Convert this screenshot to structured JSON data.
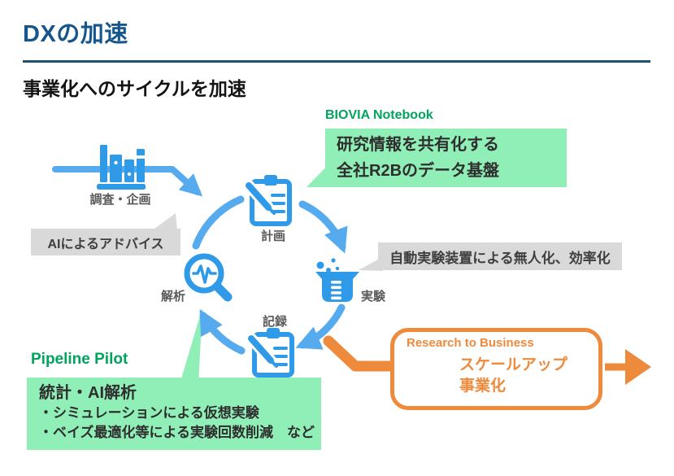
{
  "header": {
    "title": "DXの加速",
    "subtitle": "事業化へのサイクルを加速"
  },
  "colors": {
    "title_blue": "#16568C",
    "rule_blue": "#1D5570",
    "icon_blue": "#2F9AE8",
    "arrow_blue": "#55ABEE",
    "product_green": "#00A45E",
    "callout_green_bg": "#90EEB7",
    "callout_gray_bg": "#D9D9D9",
    "orange": "#EE8A3C",
    "step_label_gray": "#595959"
  },
  "diagram": {
    "input": {
      "label": "調査・企画",
      "icon": "books-icon"
    },
    "ai_advice": {
      "text": "AIによるアドバイス"
    },
    "cycle": {
      "steps": [
        {
          "id": "plan",
          "label": "計画",
          "icon": "clipboard-pencil-icon"
        },
        {
          "id": "experiment",
          "label": "実験",
          "icon": "beaker-icon"
        },
        {
          "id": "record",
          "label": "記録",
          "icon": "clipboard-pencil-icon"
        },
        {
          "id": "analysis",
          "label": "解析",
          "icon": "magnifier-pulse-icon"
        }
      ]
    },
    "biovia": {
      "product": "BIOVIA Notebook",
      "lines": [
        "研究情報を共有化する",
        "全社R2Bのデータ基盤"
      ]
    },
    "automation": {
      "text": "自動実験装置による無人化、効率化"
    },
    "pipeline": {
      "product": "Pipeline Pilot",
      "title": "統計・AI解析",
      "bullets": [
        "・シミュレーションによる仮想実験",
        "・ベイズ最適化等による実験回数削減　など"
      ]
    },
    "r2b": {
      "header": "Research to Business",
      "lines": [
        "スケールアップ",
        "事業化"
      ],
      "icon": "growth-chart-icon"
    }
  }
}
